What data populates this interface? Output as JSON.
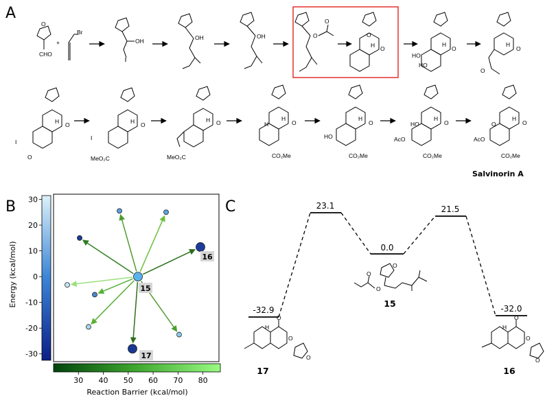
{
  "panels": {
    "a": "A",
    "b": "B",
    "c": "C"
  },
  "scheme": {
    "start_labels": {
      "cho": "CHO",
      "br": "Br",
      "plus": "+"
    },
    "oh": "OH",
    "h": "H",
    "o": "O",
    "i": "I",
    "ho": "HO",
    "aco": "AcO",
    "meo2c": "MeO₂C",
    "co2me": "CO₂Me",
    "product_name": "Salvinorin A"
  },
  "chart_data": {
    "type": "scatter",
    "xlabel": "Reaction Barrier (kcal/mol)",
    "ylabel": "Energy (kcal/mol)",
    "colorbar_x": {
      "ticks": [
        30,
        40,
        50,
        60,
        70,
        80
      ],
      "range": [
        20,
        87
      ]
    },
    "colorbar_y": {
      "range": [
        -33,
        32
      ]
    },
    "ylim": [
      -33,
      32
    ],
    "yticks": [
      -30,
      -20,
      -10,
      0,
      10,
      20,
      30
    ],
    "center": {
      "label": "15",
      "energy": 0,
      "color": "#5ab4ec"
    },
    "neighbors": [
      {
        "label": "",
        "energy": 25.5,
        "barrier": 60,
        "color": "#5e9fdc",
        "arrow": "#4e9c2e"
      },
      {
        "label": "",
        "energy": 25.0,
        "barrier": 57,
        "color": "#5ea3dc",
        "arrow": "#6bbf3f"
      },
      {
        "label": "",
        "energy": 15.0,
        "barrier": 40,
        "color": "#1a3c9c",
        "arrow": "#2f7d22"
      },
      {
        "label": "16",
        "energy": 11.5,
        "barrier": 30,
        "color": "#1c3c9a",
        "arrow": "#2a6e1a"
      },
      {
        "label": "",
        "energy": -3.2,
        "barrier": 78,
        "color": "#c3e6f4",
        "arrow": "#9ae07a"
      },
      {
        "label": "",
        "energy": -7.0,
        "barrier": 50,
        "color": "#4a86cc",
        "arrow": "#56b03a"
      },
      {
        "label": "",
        "energy": -19.5,
        "barrier": 55,
        "color": "#aad8ee",
        "arrow": "#5aaf38"
      },
      {
        "label": "",
        "energy": -22.5,
        "barrier": 58,
        "color": "#8ccbe8",
        "arrow": "#4e9c2e"
      },
      {
        "label": "17",
        "energy": -28.0,
        "barrier": 33,
        "color": "#1a3890",
        "arrow": "#2c6e1c"
      }
    ]
  },
  "energy_diagram": {
    "levels": [
      {
        "id": "17",
        "value": "-32.9",
        "label": "17"
      },
      {
        "id": "ts1",
        "value": "23.1"
      },
      {
        "id": "15",
        "value": "0.0",
        "label": "15"
      },
      {
        "id": "ts2",
        "value": "21.5"
      },
      {
        "id": "16",
        "value": "-32.0",
        "label": "16"
      }
    ]
  }
}
